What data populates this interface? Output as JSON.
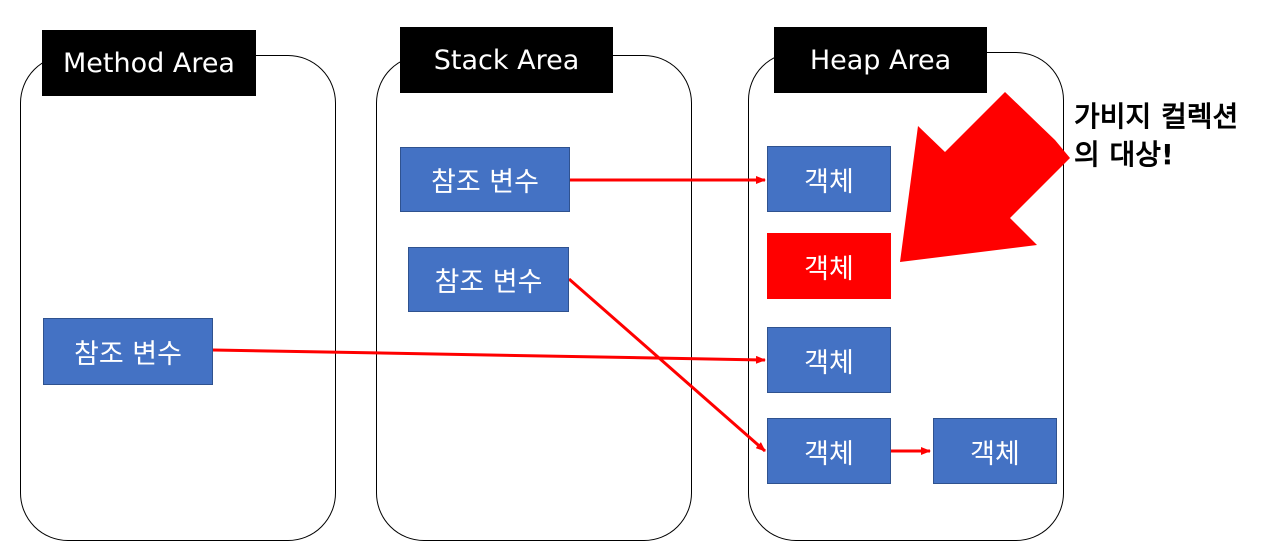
{
  "areas": {
    "method": {
      "label": "Method Area"
    },
    "stack": {
      "label": "Stack Area"
    },
    "heap": {
      "label": "Heap Area"
    }
  },
  "method_area": {
    "ref_var_1": "참조 변수"
  },
  "stack_area": {
    "ref_var_1": "참조 변수",
    "ref_var_2": "참조 변수"
  },
  "heap_area": {
    "object_1": "객체",
    "object_garbage": "객체",
    "object_3": "객체",
    "object_4": "객체",
    "object_5": "객체"
  },
  "annotation": {
    "line1": "가비지 컬렉션",
    "line2": "의 대상!"
  },
  "colors": {
    "box_blue": "#4472c4",
    "garbage_red": "#ff0000",
    "arrow_red": "#ff0000",
    "label_black": "#000000"
  }
}
